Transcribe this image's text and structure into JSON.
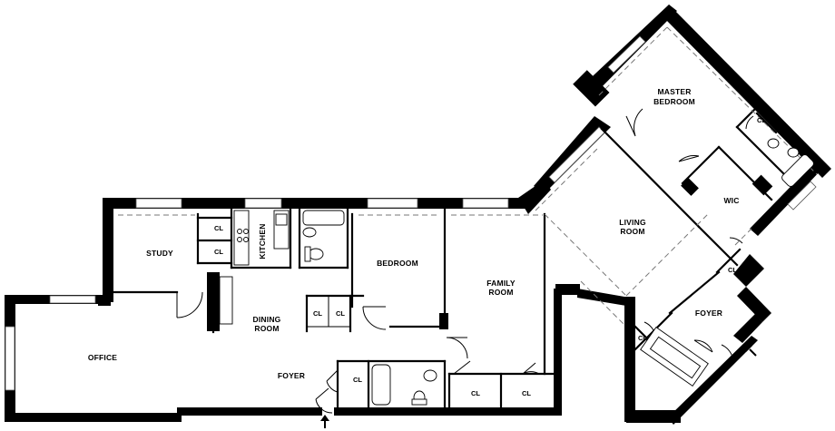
{
  "rooms": {
    "office": "OFFICE",
    "study": "STUDY",
    "kitchen": "KITCHEN",
    "dining_line1": "DINING",
    "dining_line2": "ROOM",
    "foyer_main": "FOYER",
    "bedroom": "BEDROOM",
    "family_line1": "FAMILY",
    "family_line2": "ROOM",
    "living_line1": "LIVING",
    "living_line2": "ROOM",
    "master_line1": "MASTER",
    "master_line2": "BEDROOM",
    "wic": "WIC",
    "foyer_east": "FOYER"
  },
  "closets": {
    "study_a": "CL",
    "study_b": "CL",
    "dining_a": "CL",
    "dining_b": "CL",
    "foyer_hall": "CL",
    "family_a": "CL",
    "family_b": "CL",
    "living_entry": "CL",
    "foyer_east": "CL",
    "master": "CL"
  }
}
